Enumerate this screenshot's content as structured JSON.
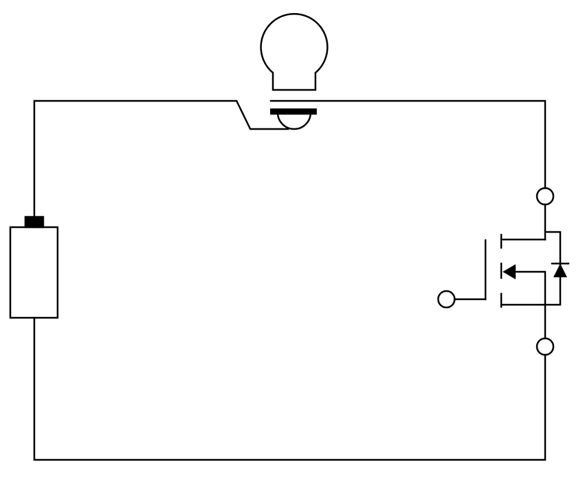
{
  "diagram": {
    "type": "circuit-schematic",
    "components": [
      {
        "id": "battery",
        "icon": "battery-icon"
      },
      {
        "id": "lamp",
        "icon": "light-bulb-icon"
      },
      {
        "id": "switch",
        "icon": "switch-icon"
      },
      {
        "id": "mosfet",
        "icon": "n-channel-mosfet-icon"
      },
      {
        "id": "body-diode",
        "icon": "diode-icon"
      },
      {
        "id": "gate-terminal",
        "icon": "terminal-circle-icon"
      },
      {
        "id": "drain-terminal",
        "icon": "terminal-circle-icon"
      },
      {
        "id": "source-terminal",
        "icon": "terminal-circle-icon"
      }
    ],
    "colors": {
      "stroke": "#000000",
      "background": "#ffffff"
    }
  }
}
